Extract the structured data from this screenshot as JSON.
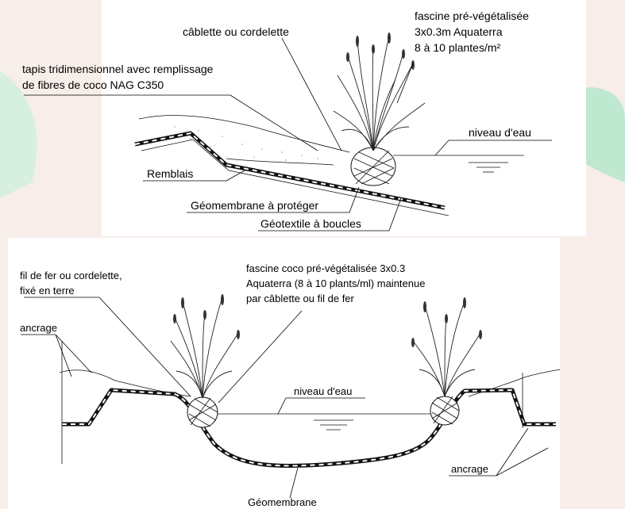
{
  "colors": {
    "background": "#f7eee9",
    "panel": "#ffffff",
    "watermark_green": "#bfe8d0",
    "line": "#111111"
  },
  "top_diagram": {
    "labels": {
      "cordelette": "câblette ou cordelette",
      "fascine_line1": "fascine pré-végétalisée",
      "fascine_line2": "3x0.3m Aquaterra",
      "fascine_line3": "8 à 10 plantes/m²",
      "tapis_line1": "tapis tridimensionnel avec remplissage",
      "tapis_line2": "de fibres de coco NAG C350",
      "niveau": "niveau d'eau",
      "remblais": "Remblais",
      "geomembrane": "Géomembrane à protéger",
      "geotextile": "Géotextile à boucles"
    }
  },
  "bottom_diagram": {
    "labels": {
      "fil_line1": "fil de fer ou cordelette,",
      "fil_line2": "fixé en terre",
      "fascine_line1": "fascine coco pré-végétalisée 3x0.3",
      "fascine_line2": "Aquaterra (8 à 10 plants/ml) maintenue",
      "fascine_line3": "par câblette ou fil de fer",
      "ancrage_left": "ancrage",
      "ancrage_right": "ancrage",
      "niveau": "niveau d'eau",
      "geomembrane": "Géomembrane"
    }
  }
}
